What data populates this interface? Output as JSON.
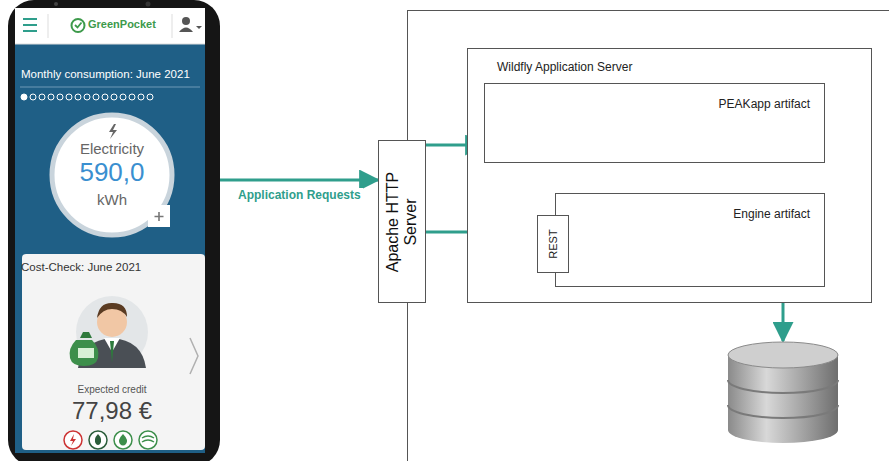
{
  "diagram": {
    "nodes": [
      {
        "text": [
          "GreenPocket",
          "Monthly consumption: June 2021",
          "Electricity",
          "590,0",
          "kWh",
          "Cost-Check: June 2021",
          "Expected credit",
          "77,98 €"
        ]
      },
      {
        "text": [
          "Apache HTTP Server"
        ]
      },
      {
        "text": [
          "Wildfly Application Server"
        ]
      },
      {
        "text": [
          "PEAKapp artifact"
        ],
        "in": 2
      },
      {
        "text": [
          "Engine artifact"
        ],
        "in": 2
      },
      {
        "text": [
          "REST"
        ],
        "in": 4
      }
    ],
    "edges": [
      {
        "from": 0,
        "to": 1,
        "label": "Application Requests",
        "arrow": "to"
      },
      {
        "from": 1,
        "to": 3,
        "arrow": "to"
      },
      {
        "from": 1,
        "to": 5,
        "arrow": "to"
      },
      {
        "from": 3,
        "to": 4,
        "arrow": "to"
      }
    ]
  }
}
